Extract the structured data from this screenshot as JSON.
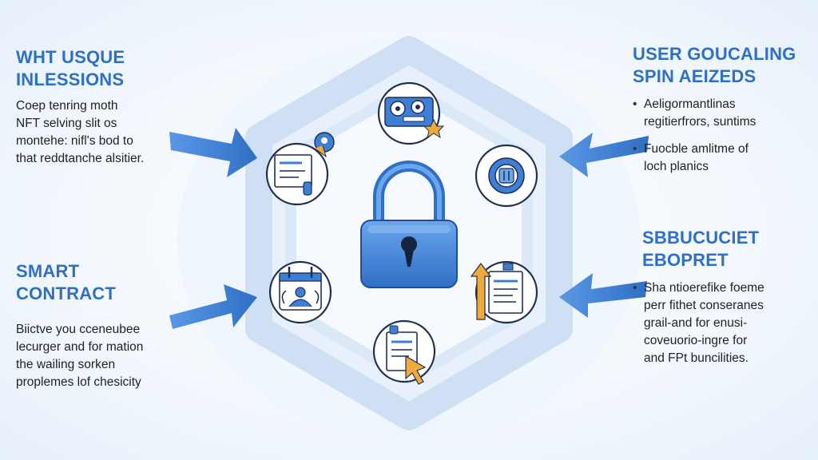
{
  "left_top": {
    "heading": [
      "WHT USQUE",
      "INLESSIONS"
    ],
    "text": [
      "Coep tenring moth",
      "NFT selving slit os",
      "montehe: nifl's bod to",
      "that reddtanche alsitier."
    ]
  },
  "left_bottom": {
    "heading": [
      "SMART",
      "CONTRACT"
    ],
    "text": [
      "Biictve you cceneubee",
      "lecurger and for mation",
      "the wailing sorken",
      "proplemes lof chesicity"
    ]
  },
  "right_top": {
    "heading": [
      "USER GOUCALING",
      "SPIN AEIZEDS"
    ],
    "bullets": [
      [
        "Aeligormantlinas",
        "regitierfrors, suntims"
      ],
      [
        "Fuocble amlitme of",
        "loch planics"
      ]
    ]
  },
  "right_bottom": {
    "heading": [
      "SBBUCUCIET",
      "EBOPRET"
    ],
    "bullets": [
      [
        "Sha ntioerefike foeme",
        "perr fithet conseranes",
        "grail-and for enusi-",
        "coveuorio-ingre for",
        "and FPt buncilities."
      ]
    ]
  },
  "icons": {
    "center": "padlock-icon",
    "top": "gears-computer-icon",
    "top_right": "camera-lens-icon",
    "bottom_right": "document-upload-icon",
    "bottom": "document-cursor-icon",
    "bottom_left": "calendar-user-icon",
    "top_left": "document-location-icon"
  },
  "colors": {
    "accent": "#2f6fc4",
    "arrow": "#3d7fd6",
    "hex_border": "#b8d1f0",
    "lock_body": "#4d8ee0",
    "text": "#222222"
  }
}
